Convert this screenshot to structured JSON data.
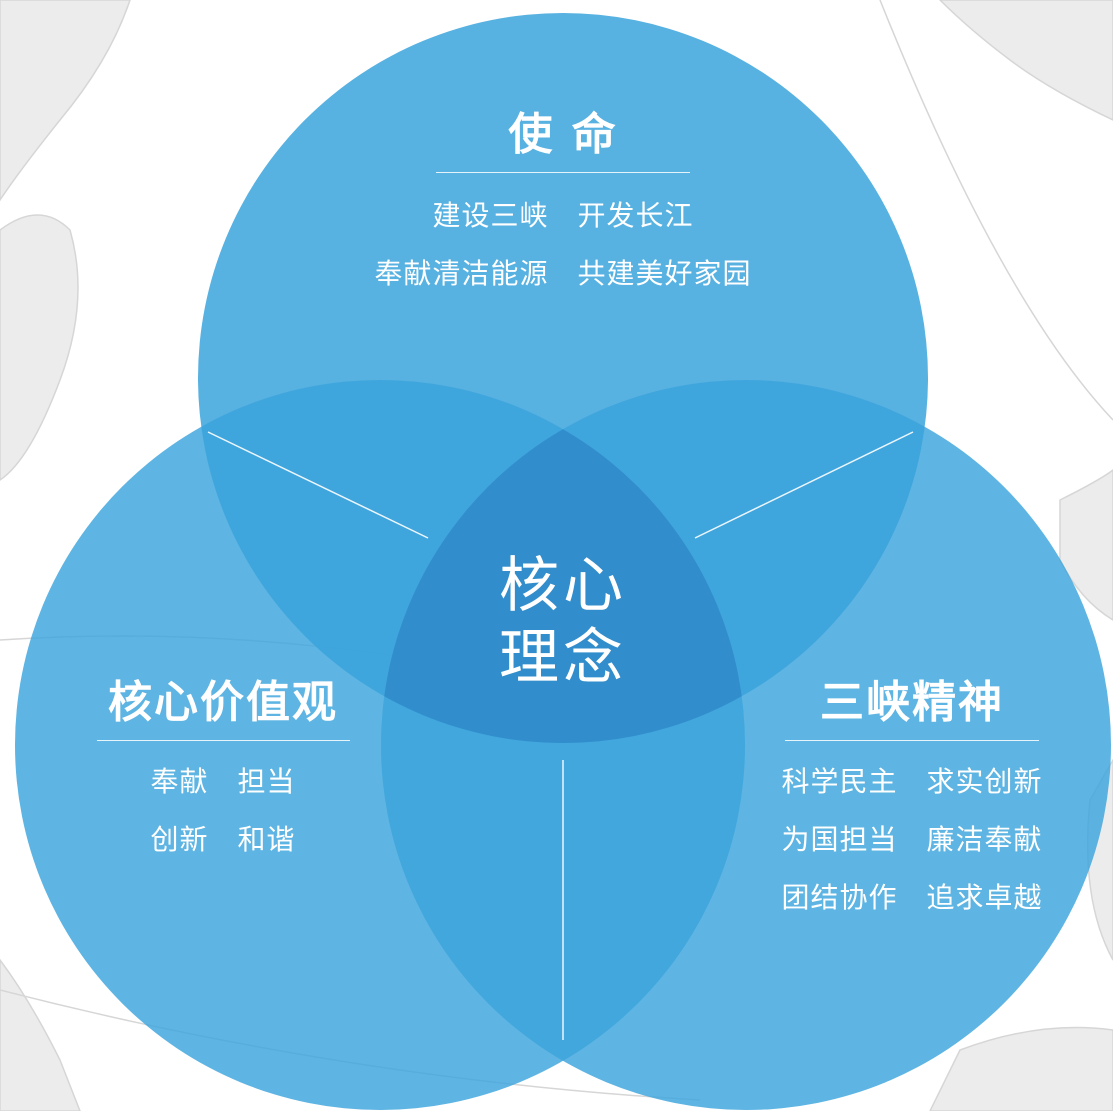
{
  "colors": {
    "background": "#ffffff",
    "map": "#ececec",
    "circle": "#3aa3dc",
    "center": "#2f86c6",
    "text": "#ffffff"
  },
  "mission": {
    "title": "使 命",
    "lines": [
      "建设三峡　开发长江",
      "奉献清洁能源　共建美好家园"
    ]
  },
  "core": {
    "lines": [
      "核心",
      "理念"
    ]
  },
  "values": {
    "title": "核心价值观",
    "lines": [
      "奉献　担当",
      "创新　和谐"
    ]
  },
  "spirit": {
    "title": "三峡精神",
    "lines": [
      "科学民主　求实创新",
      "为国担当　廉洁奉献",
      "团结协作　追求卓越"
    ]
  }
}
